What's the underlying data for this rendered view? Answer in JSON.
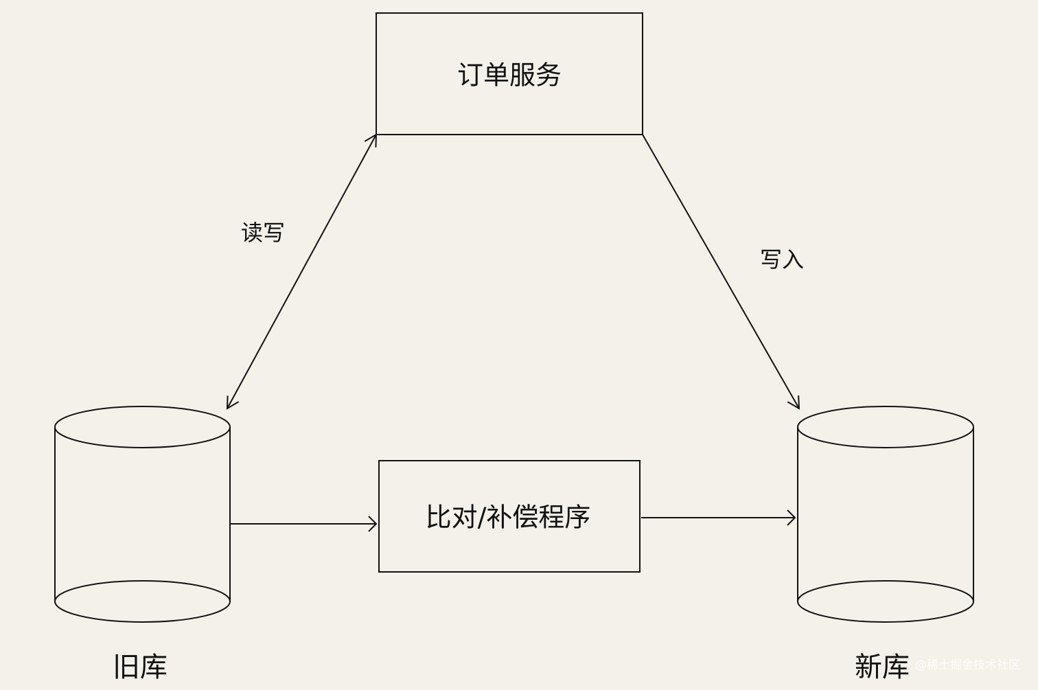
{
  "nodes": {
    "order_service": {
      "label": "订单服务"
    },
    "compare_program": {
      "label": "比对/补偿程序"
    },
    "old_db": {
      "label": "旧库"
    },
    "new_db": {
      "label": "新库"
    }
  },
  "edges": {
    "read_write": {
      "label": "读写",
      "from": "order_service",
      "to": "old_db",
      "bidirectional": true
    },
    "write_in": {
      "label": "写入",
      "from": "order_service",
      "to": "new_db",
      "bidirectional": false
    },
    "old_to_program": {
      "label": "",
      "from": "old_db",
      "to": "compare_program",
      "bidirectional": false
    },
    "program_to_new": {
      "label": "",
      "from": "compare_program",
      "to": "new_db",
      "bidirectional": false
    }
  },
  "watermark": {
    "text": "@稀土掘金技术社区"
  },
  "colors": {
    "background": "#f4f1ea",
    "stroke": "#111111"
  }
}
